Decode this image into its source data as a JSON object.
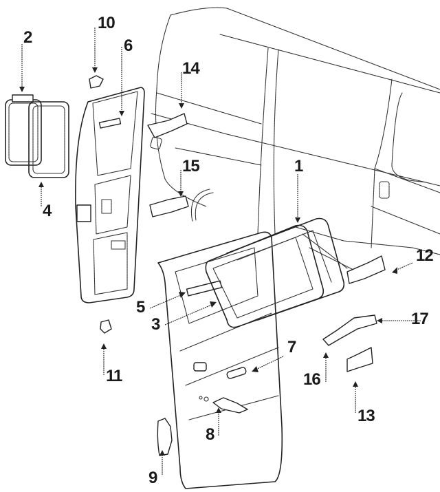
{
  "diagram": {
    "subject": "Van side cargo door — exploded parts view",
    "callouts": {
      "c1": "1",
      "c2": "2",
      "c3": "3",
      "c4": "4",
      "c5": "5",
      "c6": "6",
      "c7": "7",
      "c8": "8",
      "c9": "9",
      "c10": "10",
      "c11": "11",
      "c12": "12",
      "c13": "13",
      "c14": "14",
      "c15": "15",
      "c16": "16",
      "c17": "17"
    },
    "colors": {
      "line": "#222222",
      "background": "#ffffff"
    }
  }
}
